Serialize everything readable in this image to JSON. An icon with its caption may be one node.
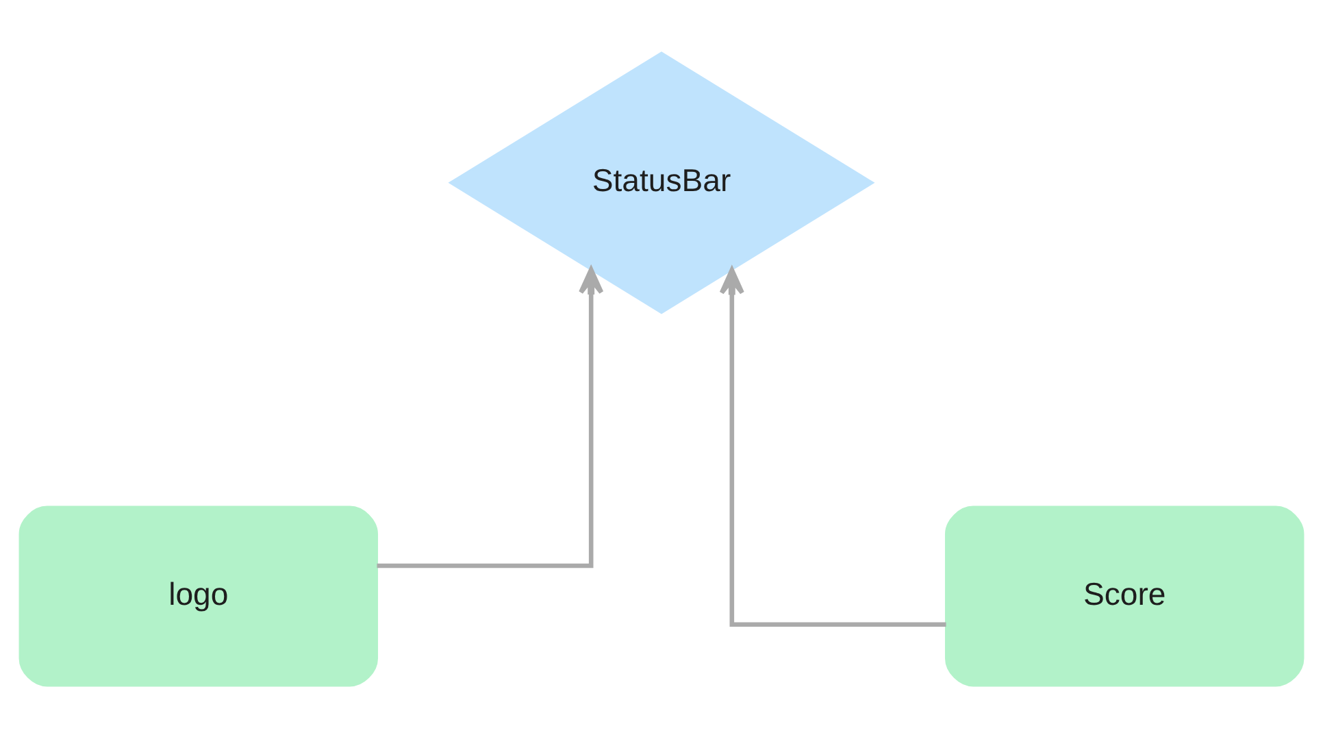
{
  "diagram": {
    "nodes": [
      {
        "text": [
          "StatusBar"
        ]
      },
      {
        "text": [
          "logo"
        ]
      },
      {
        "text": [
          "Score"
        ]
      }
    ],
    "edges": [
      {
        "from": 1,
        "to": 0,
        "arrow": "to"
      },
      {
        "from": 2,
        "to": 0,
        "arrow": "to"
      }
    ]
  }
}
